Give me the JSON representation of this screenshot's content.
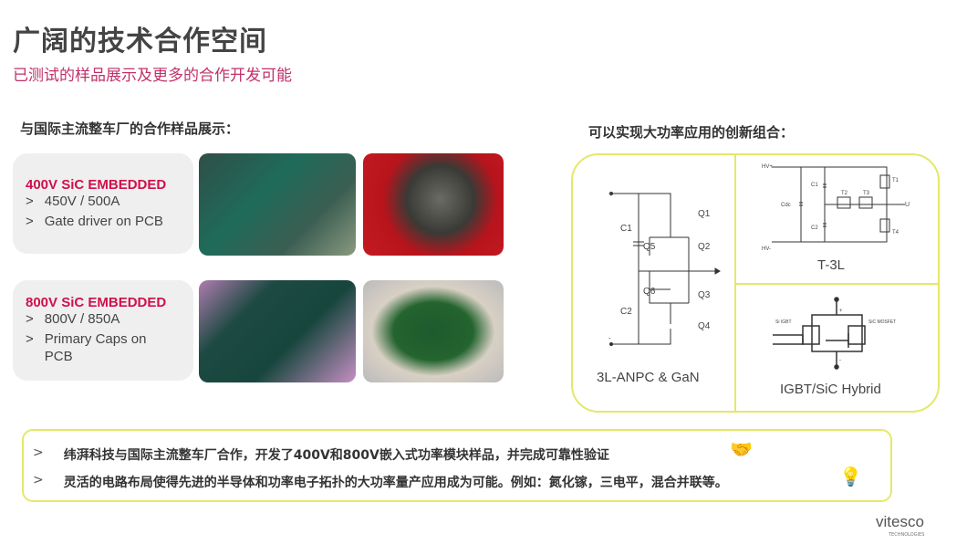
{
  "title": "广阔的技术合作空间",
  "subtitle": "已测试的样品展示及更多的合作开发可能",
  "left_heading": "与国际主流整车厂的合作样品展示：",
  "right_heading": "可以实现大功率应用的创新组合：",
  "samples": [
    {
      "title": "400V SiC EMBEDDED",
      "items": [
        "450V / 500A",
        "Gate driver on PCB"
      ]
    },
    {
      "title": "800V SiC EMBEDDED",
      "items": [
        "800V / 850A",
        "Primary Caps on PCB"
      ]
    }
  ],
  "bullet_marker": ">",
  "circuits": {
    "anpc": {
      "label": "3L-ANPC & GaN",
      "parts": [
        "C1",
        "C2",
        "Q1",
        "Q2",
        "Q3",
        "Q4",
        "Q5",
        "Q6",
        "+",
        "-"
      ]
    },
    "t3l": {
      "label": "T-3L",
      "parts": [
        "HV+",
        "HV-",
        "Cdc",
        "C1",
        "C2",
        "T1",
        "T2",
        "T3",
        "T4",
        "U"
      ]
    },
    "hybrid": {
      "label": "IGBT/SiC Hybrid",
      "parts": [
        "Si IGBT",
        "SiC MOSFET",
        "+",
        "-"
      ]
    }
  },
  "summary": [
    "纬湃科技与国际主流整车厂合作，开发了400V和800V嵌入式功率模块样品，并完成可靠性验证",
    "灵活的电路布局使得先进的半导体和功率电子拓扑的大功率量产应用成为可能。例如：氮化镓，三电平，混合并联等。"
  ],
  "logo": {
    "name": "vitesco",
    "sub": "TECHNOLOGIES"
  },
  "colors": {
    "accent": "#c2306b",
    "border": "#e4e86a"
  }
}
